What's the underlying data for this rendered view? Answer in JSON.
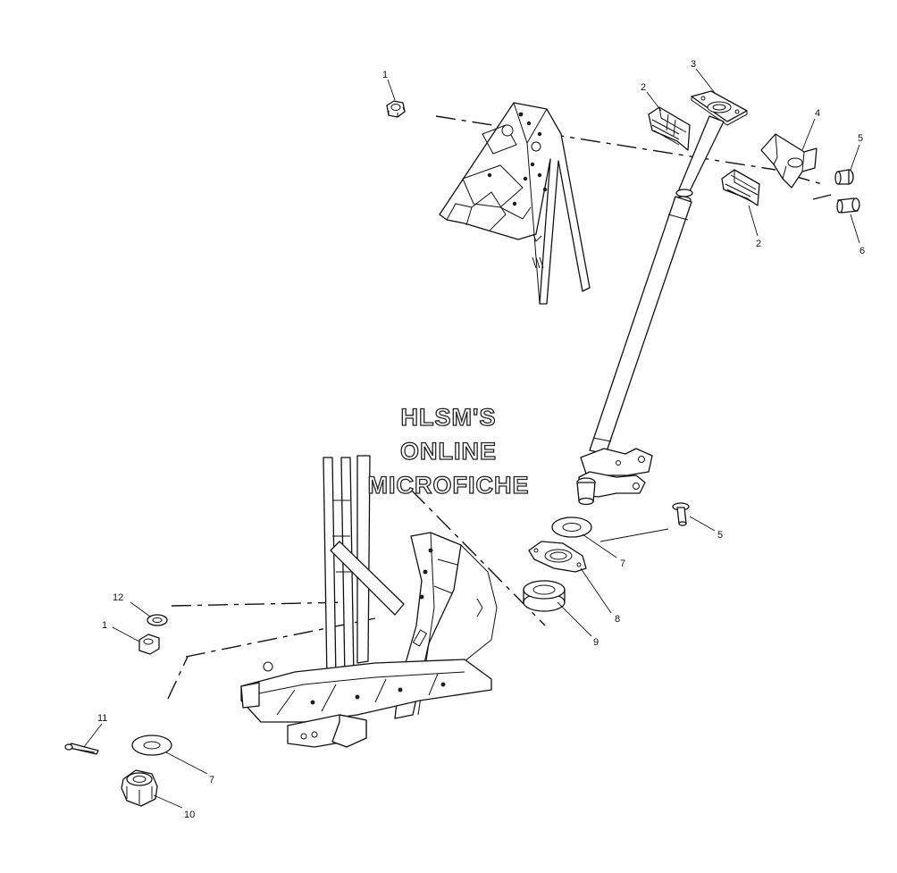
{
  "watermark": {
    "line1": "HLSM'S",
    "line2": "ONLINE",
    "line3": "MICROFICHE"
  },
  "callouts": {
    "c1_top": "1",
    "c2_top": "2",
    "c3": "3",
    "c4": "4",
    "c5_top": "5",
    "c2_mid": "2",
    "c6": "6",
    "c5_low": "5",
    "c7_right": "7",
    "c8": "8",
    "c9": "9",
    "c12": "12",
    "c1_low": "1",
    "c11": "11",
    "c7_low": "7",
    "c10": "10"
  }
}
